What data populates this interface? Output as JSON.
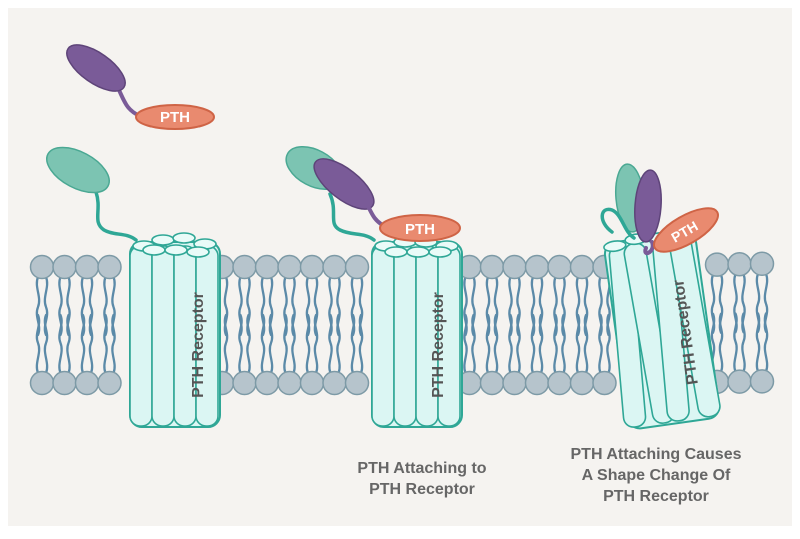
{
  "colors": {
    "background": "#f5f3f0",
    "receptor_fill": "#dbf6f3",
    "receptor_stroke": "#2fa796",
    "lipid_head": "#b6c4cc",
    "lipid_head_stroke": "#7d9aa6",
    "lipid_tail": "#5b8aa8",
    "teal_domain": "#7cc4b2",
    "purple_domain": "#7a5b98",
    "pth_fill": "#e98a6f",
    "pth_stroke": "#cf6446"
  },
  "labels": {
    "pth": "PTH",
    "receptor": "PTH Receptor"
  },
  "captions": {
    "attaching_line1": "PTH Attaching to",
    "attaching_line2": "PTH Receptor",
    "shape_change_line1": "PTH Attaching Causes",
    "shape_change_line2": "A Shape Change Of",
    "shape_change_line3": "PTH Receptor"
  }
}
